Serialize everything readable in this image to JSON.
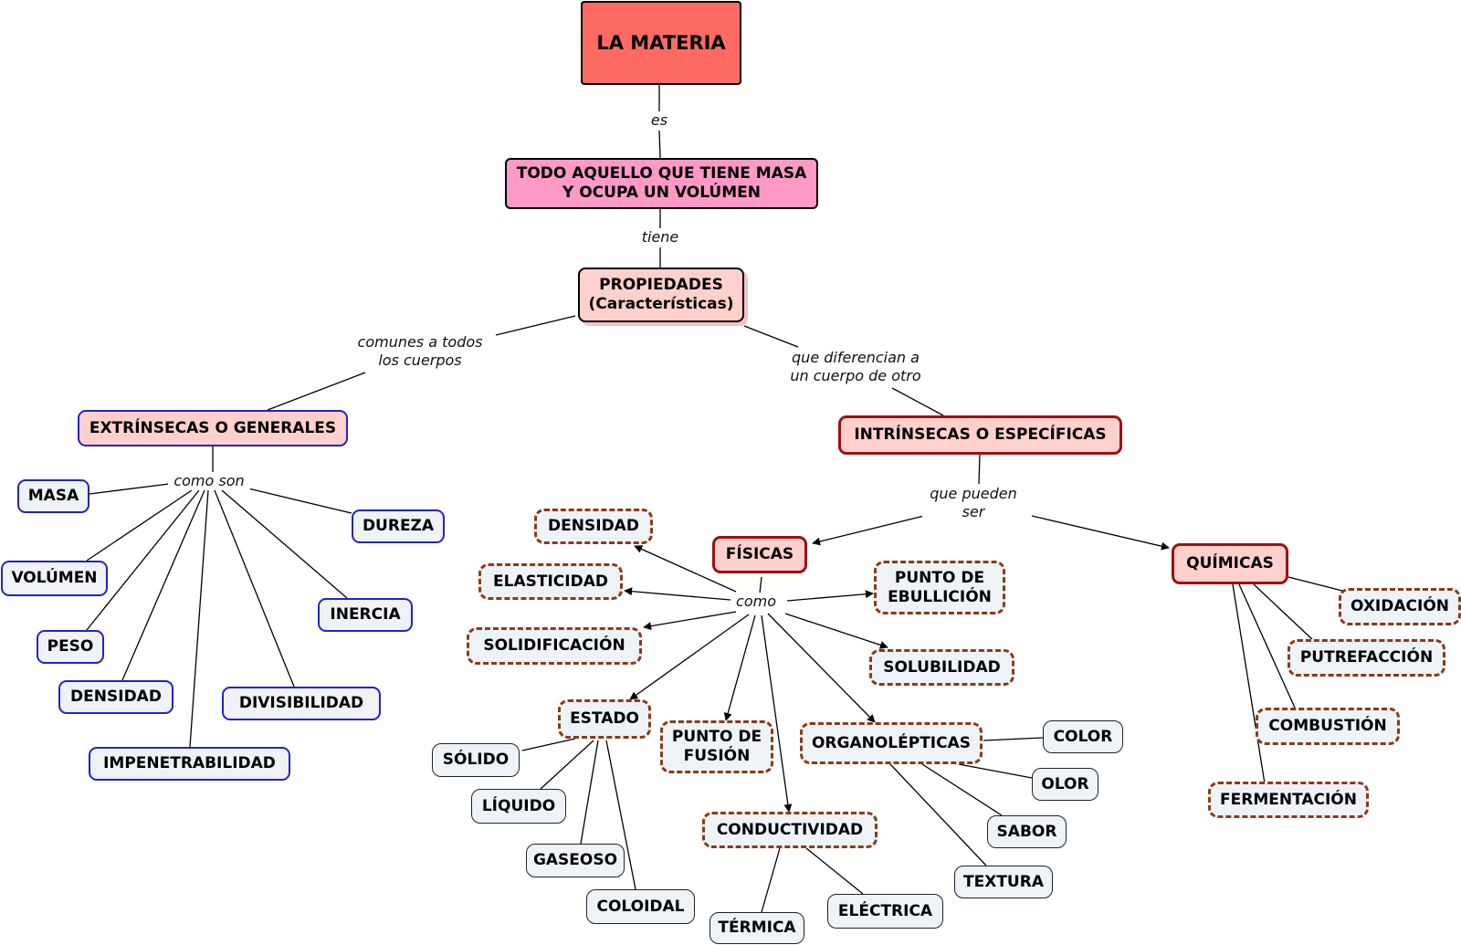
{
  "nodes": {
    "materia": "LA MATERIA",
    "definicion": "TODO AQUELLO QUE TIENE MASA\nY OCUPA UN VOLÚMEN",
    "propiedades": "PROPIEDADES\n(Características)",
    "extrinsecas": "EXTRÍNSECAS O GENERALES",
    "intrinsecas": "INTRÍNSECAS O ESPECÍFICAS",
    "masa": "MASA",
    "volumen": "VOLÚMEN",
    "peso": "PESO",
    "densidad_ext": "DENSIDAD",
    "impenetrabilidad": "IMPENETRABILIDAD",
    "divisibilidad": "DIVISIBILIDAD",
    "inercia": "INERCIA",
    "dureza": "DUREZA",
    "fisicas": "FÍSICAS",
    "quimicas": "QUÍMICAS",
    "densidad_int": "DENSIDAD",
    "elasticidad": "ELASTICIDAD",
    "solidificacion": "SOLIDIFICACIÓN",
    "estado": "ESTADO",
    "punto_fusion": "PUNTO DE\nFUSIÓN",
    "conductividad": "CONDUCTIVIDAD",
    "organolepticas": "ORGANOLÉPTICAS",
    "solubilidad": "SOLUBILIDAD",
    "punto_ebullicion": "PUNTO DE\nEBULLICIÓN",
    "solido": "SÓLIDO",
    "liquido": "LÍQUIDO",
    "gaseoso": "GASEOSO",
    "coloidal": "COLOIDAL",
    "termica": "TÉRMICA",
    "electrica": "ELÉCTRICA",
    "color": "COLOR",
    "olor": "OLOR",
    "sabor": "SABOR",
    "textura": "TEXTURA",
    "oxidacion": "OXIDACIÓN",
    "putrefaccion": "PUTREFACCIÓN",
    "combustion": "COMBUSTIÓN",
    "fermentacion": "FERMENTACIÓN"
  },
  "links": {
    "es": "es",
    "tiene": "tiene",
    "comunes": "comunes a todos\nlos cuerpos",
    "diferencian": "que diferencian a\nun cuerpo de otro",
    "como_son": "como son",
    "pueden_ser": "que pueden\nser",
    "como": "como"
  }
}
